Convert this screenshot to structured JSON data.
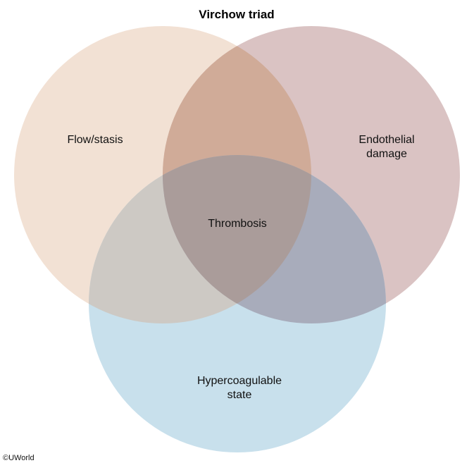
{
  "title": "Virchow triad",
  "circles": [
    {
      "label_lines": [
        "Flow/stasis"
      ],
      "color": "#f2e1d4"
    },
    {
      "label_lines": [
        "Endothelial",
        "damage"
      ],
      "color": "#dac3c3"
    },
    {
      "label_lines": [
        "Hypercoagulable",
        "state"
      ],
      "color": "#c8e0ec"
    }
  ],
  "overlaps": {
    "flow_endothelial": "#d0ab98",
    "flow_hypercoagulable": "#cdc9c4",
    "endothelial_hypercoagulable": "#a8acbb",
    "center": "#aa9c9a"
  },
  "center_label": "Thrombosis",
  "credit": "©UWorld"
}
